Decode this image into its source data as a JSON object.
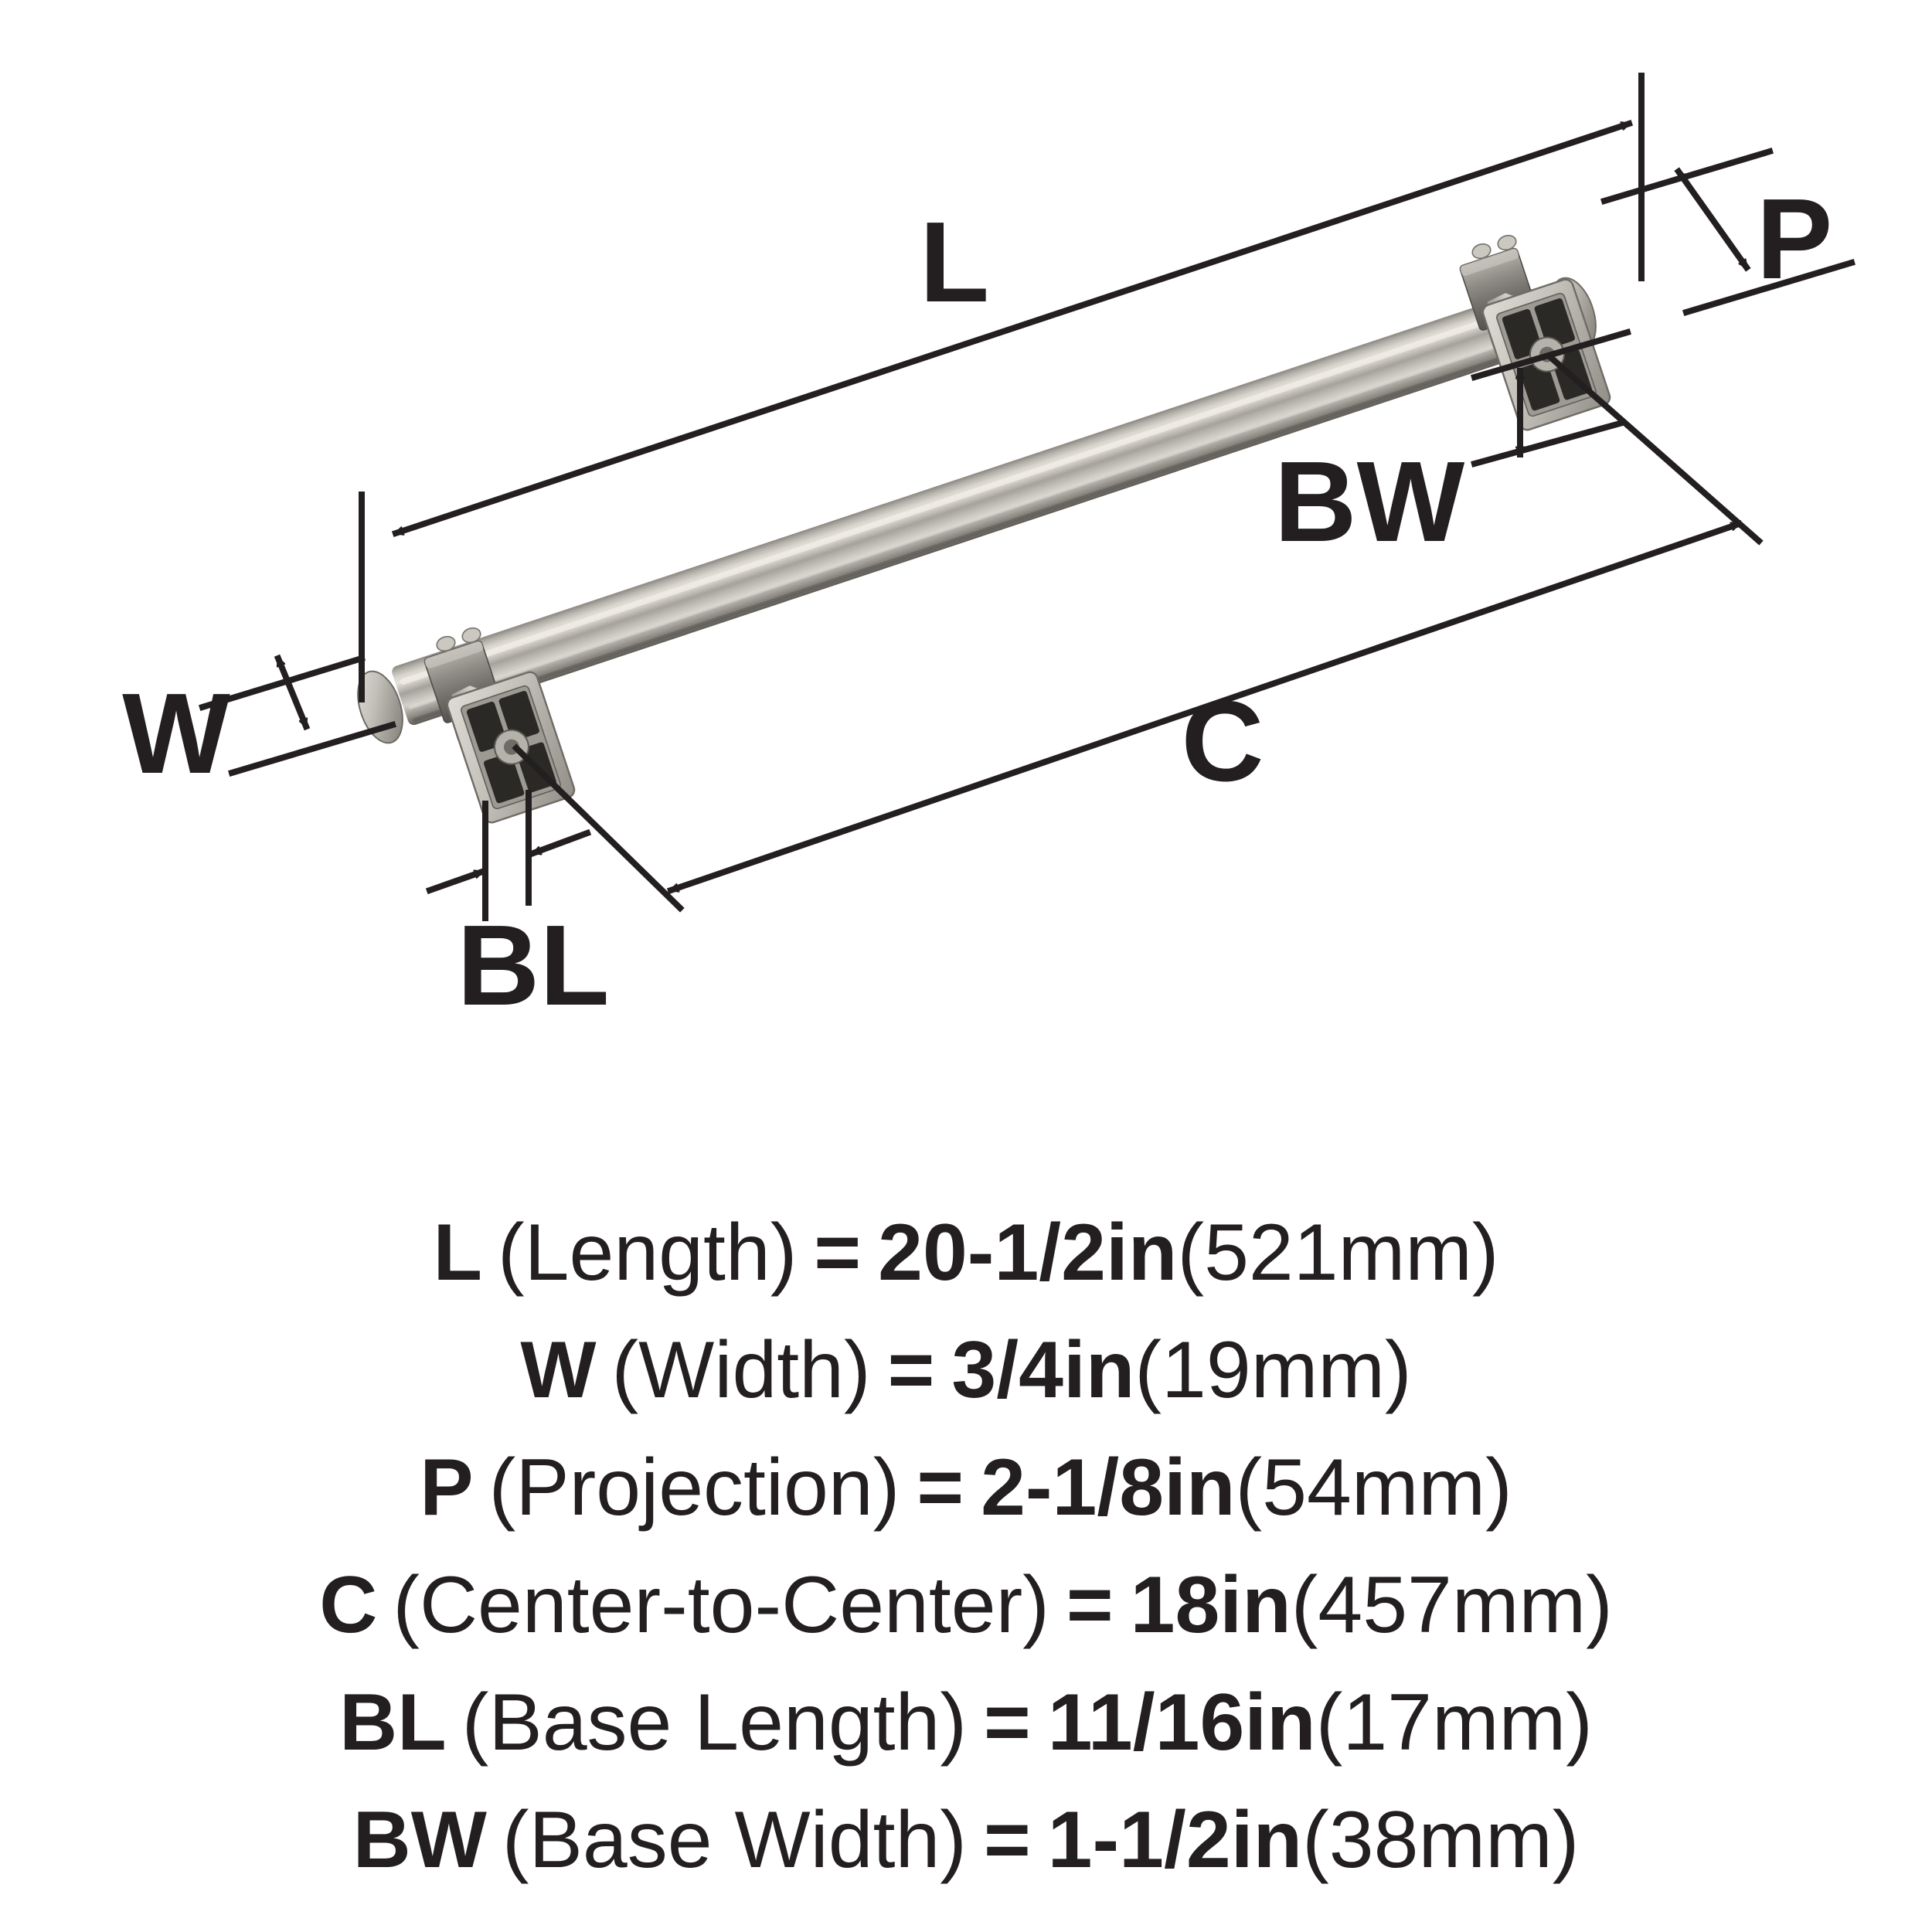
{
  "product": {
    "type": "bar-pull-handle",
    "finish": "brushed-nickel"
  },
  "diagram": {
    "labels": {
      "length": "L",
      "width": "W",
      "projection": "P",
      "center_to_center": "C",
      "base_length": "BL",
      "base_width": "BW"
    },
    "colors": {
      "line": "#231f20",
      "label": "#231f20",
      "background": "#ffffff",
      "metal_light": "#d8d5ce",
      "metal_mid": "#b2afa8",
      "metal_dark": "#74716b",
      "metal_shadow": "#56534e",
      "recess_dark": "#2b2926"
    }
  },
  "specs": [
    {
      "abbr": "L",
      "name": "(Length)",
      "eq": "=",
      "imperial": "20-1/2in",
      "metric": "(521mm)"
    },
    {
      "abbr": "W",
      "name": "(Width)",
      "eq": "=",
      "imperial": "3/4in",
      "metric": "(19mm)"
    },
    {
      "abbr": "P",
      "name": "(Projection)",
      "eq": "=",
      "imperial": "2-1/8in",
      "metric": "(54mm)"
    },
    {
      "abbr": "C",
      "name": "(Center-to-Center)",
      "eq": "=",
      "imperial": "18in",
      "metric": "(457mm)"
    },
    {
      "abbr": "BL",
      "name": "(Base Length)",
      "eq": "=",
      "imperial": "11/16in",
      "metric": "(17mm)"
    },
    {
      "abbr": "BW",
      "name": "(Base Width)",
      "eq": "=",
      "imperial": "1-1/2in",
      "metric": "(38mm)"
    }
  ]
}
